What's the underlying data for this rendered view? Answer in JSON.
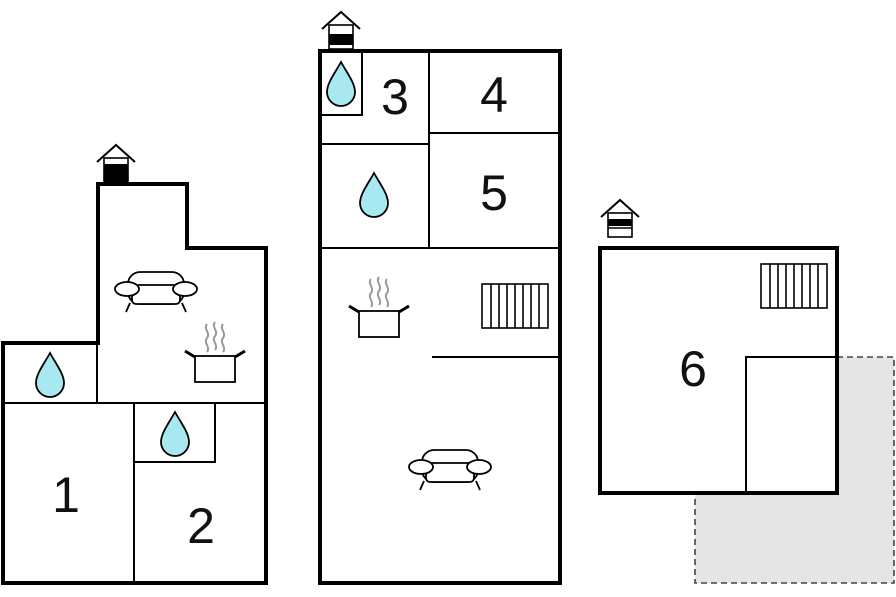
{
  "rooms": {
    "r1": "1",
    "r2": "2",
    "r3": "3",
    "r4": "4",
    "r5": "5",
    "r6": "6"
  },
  "colors": {
    "wall": "#000000",
    "water": "#a8e8f0",
    "terrace": "#e5e5e5",
    "steam": "#999999"
  },
  "icons": [
    "floor-level-icon",
    "water-drop-icon",
    "sofa-icon",
    "cooking-pot-icon",
    "stairs-icon"
  ]
}
